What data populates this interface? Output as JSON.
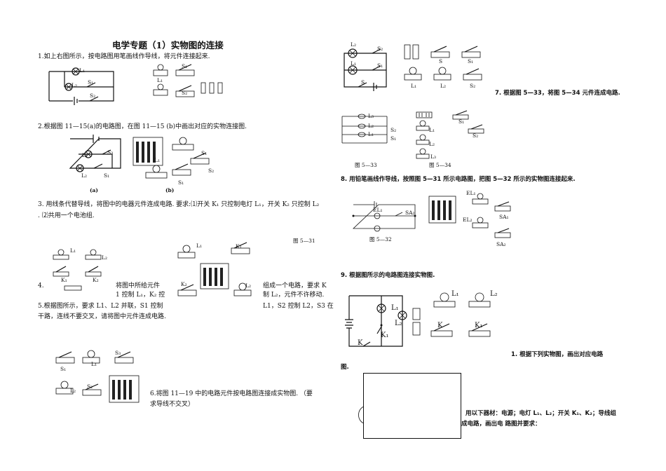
{
  "left": {
    "title": "电学专题（1）实物图的连接",
    "q1": "1.如上右图所示，按电路图用笔画线作导线，将元件连接起来.",
    "q2": "2.根据图 11—15(a)的电路图，在图 11—15 (b)中画出对应的实物连接图.",
    "q2_cap_a": "(a)",
    "q2_cap_b": "(b)",
    "q3_line1": "3. 用线条代替导线，将图中的电器元件连成电路. 要求:⑴开关 K₁ 只控制电灯 L₁，开关 K₂ 只控制 L₂",
    "q3_line2": ". ⑵共用一个电池组.",
    "fig531": "图 5—31",
    "q4_num": "4.",
    "q4_text_a": "将图中所给元件",
    "q4_text_b": "1  控制 L₁，K₂ 控",
    "q4_text_c": "组成一个电路，要求 K",
    "q4_text_d": "制 L₂，元件不许移动.",
    "q5_line1": "5.根据图所示，要求 L1、L2 并联，S1 控制",
    "q5_line1b": "L1，S2 控制 L2，S3 在",
    "q5_line2": "干路，连线不要交叉，请将图中元件连成电路.",
    "q6_line1": "6.将图 11—19 中的电路元件按电路图连接成实物图.   （要",
    "q6_line2": "求导线不交叉）"
  },
  "right": {
    "q7": "7. 根据图 5—33，将图 5—34 元件连成电路.",
    "fig533": "图 5—33",
    "fig534": "图 5—34",
    "q8": "8. 用铅笔画线作导线，按照图 5—31 所示电路图，把图 5—32 所示的实物图连接起来.",
    "fig532": "图 5—32",
    "q9": "9. 根据图所示的电路图连接实物图.",
    "q10_a": "1. 根据下列实物图，画出对应电路",
    "q10_b": "图.",
    "q11_a": "用以下器材：电源；电灯 L₁、L₂；开关 K₁、K₂；导线组",
    "q11_b": "成电路，画出电  路图并要求："
  },
  "labels": {
    "L1": "L₁",
    "L2": "L₂",
    "L3": "L₃",
    "S": "S",
    "S1": "S₁",
    "S2": "S₂",
    "S3": "S₃",
    "K": "K",
    "K1": "K₁",
    "K2": "K₂",
    "EL1": "EL₁",
    "EL2": "EL₂",
    "SA1": "SA₁",
    "SA2": "SA₂"
  }
}
